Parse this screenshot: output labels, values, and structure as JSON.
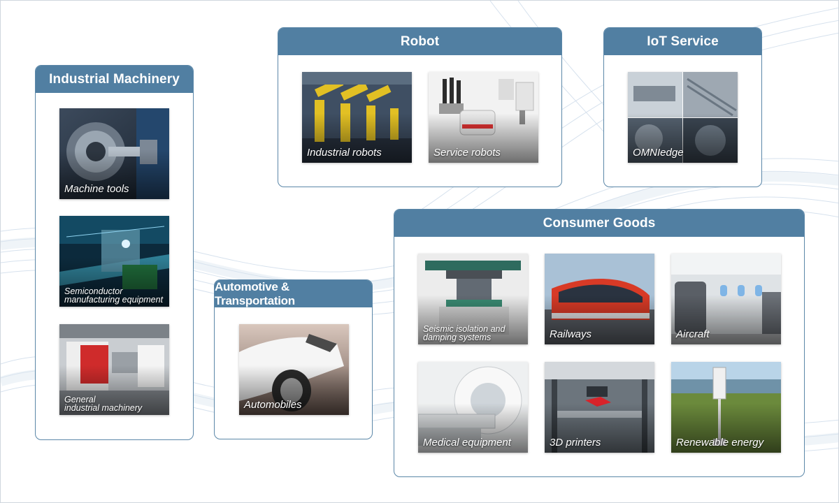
{
  "colors": {
    "header": "#517fa2",
    "border": "#5b87a8",
    "wave": "#c9d8e8"
  },
  "sections": {
    "industrial": {
      "title": "Industrial Machinery",
      "items": [
        {
          "label": "Machine tools",
          "icon": "lathe-chuck-image"
        },
        {
          "label": "Semiconductor\nmanufacturing equipment",
          "icon": "wafer-stage-image"
        },
        {
          "label": "General\nindustrial machinery",
          "icon": "injection-molding-image"
        }
      ]
    },
    "robot": {
      "title": "Robot",
      "items": [
        {
          "label": "Industrial robots",
          "icon": "robot-arm-image"
        },
        {
          "label": "Service robots",
          "icon": "service-robot-image"
        }
      ]
    },
    "iot": {
      "title": "IoT Service",
      "items": [
        {
          "label": "OMNIedge",
          "icon": "linear-guide-image"
        }
      ]
    },
    "automotive": {
      "title": "Automotive & Transportation",
      "items": [
        {
          "label": "Automobiles",
          "icon": "car-image"
        }
      ]
    },
    "consumer": {
      "title": "Consumer Goods",
      "items": [
        {
          "label": "Seismic isolation and\ndamping systems",
          "icon": "seismic-isolator-image"
        },
        {
          "label": "Railways",
          "icon": "train-image"
        },
        {
          "label": "Aircraft",
          "icon": "aircraft-cabin-image"
        },
        {
          "label": "Medical equipment",
          "icon": "mri-scanner-image"
        },
        {
          "label": "3D printers",
          "icon": "3d-printer-image"
        },
        {
          "label": "Renewable energy",
          "icon": "wind-turbine-image"
        }
      ]
    }
  }
}
